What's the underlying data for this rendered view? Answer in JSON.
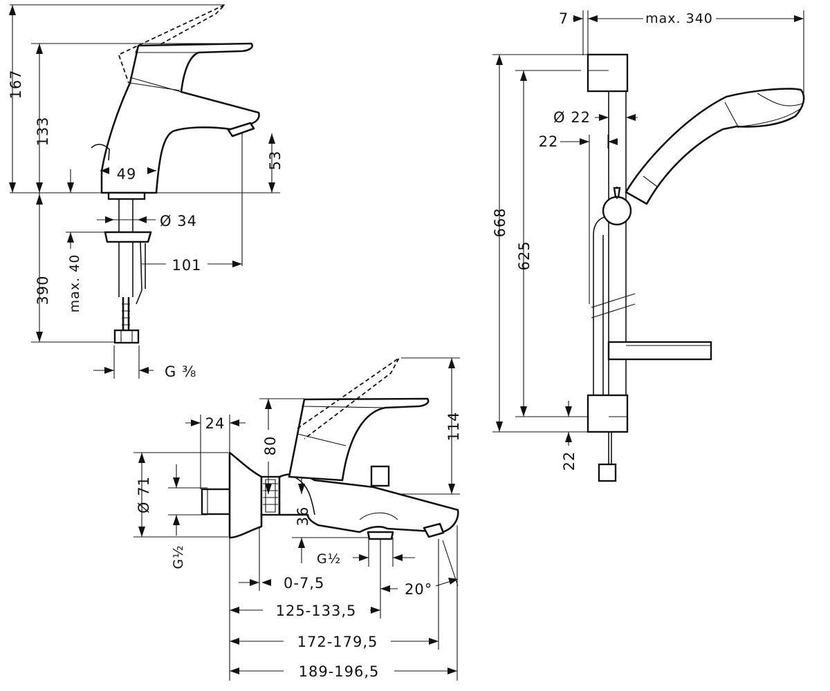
{
  "basin_mixer": {
    "dims": {
      "total_height": "167",
      "spout_height": "133",
      "outlet_height": "53",
      "base_width": "49",
      "hole_diameter": "Ø 34",
      "projection": "101",
      "max_deck": "max. 40",
      "hose_length": "390",
      "connection": "G ⅜"
    }
  },
  "bath_mixer": {
    "dims": {
      "depth": "24",
      "cover_diameter": "Ø 71",
      "connection_wall": "G½",
      "lever_height": "80",
      "outlet_offset": "36",
      "total_height": "114",
      "connection_bottom": "G½",
      "offset_range": "0-7,5",
      "projection_min": "125-133,5",
      "projection_mid": "172-179,5",
      "projection_max": "189-196,5",
      "angle": "20°"
    }
  },
  "shower_set": {
    "dims": {
      "wall_offset": "7",
      "handshower_reach": "max. 340",
      "bar_diameter": "Ø 22",
      "holder_offset": "22",
      "total_length": "668",
      "fixing_distance": "625",
      "bottom_offset": "22"
    }
  }
}
